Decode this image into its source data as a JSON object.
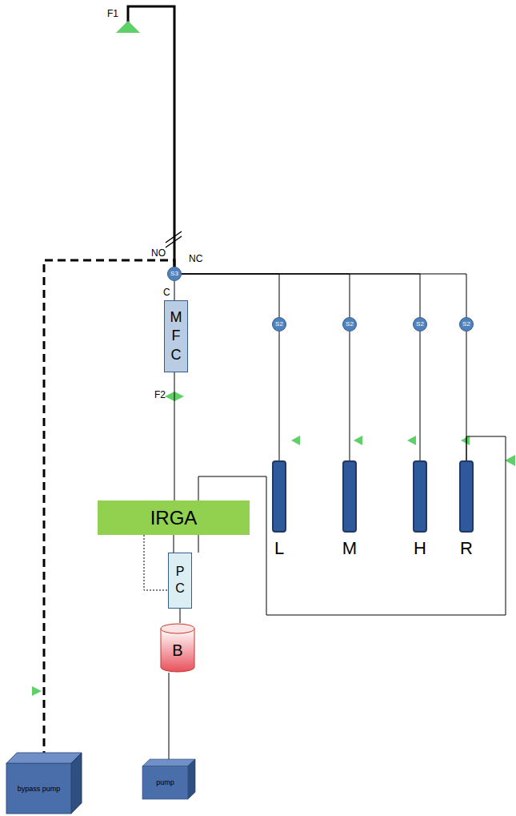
{
  "diagram": {
    "nodes": [
      {
        "text": [
          "S3"
        ]
      },
      {
        "text": [
          "M F C"
        ]
      },
      {
        "text": [
          "S2"
        ]
      },
      {
        "text": [
          "S2"
        ]
      },
      {
        "text": [
          "S2"
        ]
      },
      {
        "text": [
          "S2"
        ]
      },
      {
        "text": [
          "IRGA"
        ]
      },
      {
        "text": [
          "L"
        ]
      },
      {
        "text": [
          "M"
        ]
      },
      {
        "text": [
          "H"
        ]
      },
      {
        "text": [
          "R"
        ]
      },
      {
        "text": [
          "P C"
        ]
      },
      {
        "text": [
          "B"
        ]
      },
      {
        "text": [
          "bypass pump"
        ]
      },
      {
        "text": [
          "pump"
        ]
      }
    ],
    "edges": [
      {
        "from": 0,
        "to": 1,
        "arrow": "none"
      },
      {
        "from": 1,
        "to": 6,
        "arrow": "none"
      },
      {
        "from": 6,
        "to": 11,
        "arrow": "none"
      },
      {
        "from": 11,
        "to": 12,
        "arrow": "none"
      },
      {
        "from": 12,
        "to": 14,
        "arrow": "none"
      },
      {
        "from": 0,
        "to": 2,
        "arrow": "none"
      },
      {
        "from": 0,
        "to": 3,
        "arrow": "none"
      },
      {
        "from": 0,
        "to": 4,
        "arrow": "none"
      },
      {
        "from": 0,
        "to": 5,
        "arrow": "none"
      },
      {
        "from": 2,
        "to": 7,
        "arrow": "none"
      },
      {
        "from": 3,
        "to": 8,
        "arrow": "none"
      },
      {
        "from": 4,
        "to": 9,
        "arrow": "none"
      },
      {
        "from": 5,
        "to": 10,
        "arrow": "none"
      },
      {
        "from": 6,
        "to": 10,
        "arrow": "none"
      },
      {
        "from": 0,
        "to": 13,
        "arrow": "none"
      },
      {
        "from": 6,
        "to": 11,
        "arrow": "none"
      }
    ],
    "labels": [
      "F1",
      "NO",
      "NC",
      "C",
      "F2"
    ]
  }
}
